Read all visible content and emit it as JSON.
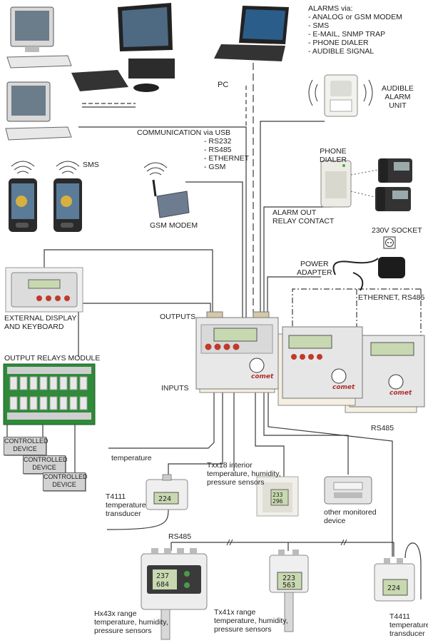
{
  "labels": {
    "alarms_via": [
      "ALARMS via:",
      "- ANALOG or GSM MODEM",
      "- SMS",
      "- E-MAIL, SNMP TRAP",
      "- PHONE DIALER",
      "- AUDIBLE SIGNAL"
    ],
    "pc": "PC",
    "audible_alarm_unit": [
      "AUDIBLE",
      "ALARM",
      "UNIT"
    ],
    "communication": [
      "COMMUNICATION via USB",
      "- RS232",
      "- RS485",
      "- ETHERNET",
      "- GSM"
    ],
    "sms": "SMS",
    "phone_dialer": [
      "PHONE",
      "DIALER"
    ],
    "gsm_modem": "GSM MODEM",
    "alarm_out": [
      "ALARM OUT",
      "RELAY CONTACT"
    ],
    "socket_230v": "230V SOCKET",
    "power_adapter": [
      "POWER",
      "ADAPTER"
    ],
    "ethernet_rs485": "ETHERNET, RS485",
    "external_display": [
      "EXTERNAL DISPLAY",
      "AND KEYBOARD"
    ],
    "outputs": "OUTPUTS",
    "output_relays_module": "OUTPUT RELAYS MODULE",
    "inputs": "INPUTS",
    "rs485_right": "RS485",
    "controlled_device": [
      "CONTROLLED",
      "DEVICE"
    ],
    "temperature": "temperature",
    "txx18": [
      "Txx18 interior",
      "temperature, humidity,",
      "pressure sensors"
    ],
    "t4111": [
      "T4111",
      "temperature",
      "transducer"
    ],
    "other_device": [
      "other monitored",
      "device"
    ],
    "rs485_bottom": "RS485",
    "hx43x": [
      "Hx43x range",
      "temperature, humidity,",
      "pressure sensors"
    ],
    "tx41x": [
      "Tx41x range",
      "temperature, humidity,",
      "pressure sensors"
    ],
    "t4411": [
      "T4411",
      "temperature",
      "transducer"
    ]
  },
  "displays": {
    "t4111": "224",
    "txx18_top": "233",
    "txx18_bottom": "296",
    "hx43x_top": "237",
    "hx43x_bottom": "684",
    "tx41x_top": "223",
    "tx41x_bottom": "563",
    "t4411": "224"
  },
  "logger_brand": "comet",
  "colors": {
    "wire": "#3a3a3a",
    "lcd": "#c8d8b0",
    "logger_case": "#e6e6e6",
    "relay_board": "#2f8a3a",
    "logger_button": "#c0392b"
  }
}
